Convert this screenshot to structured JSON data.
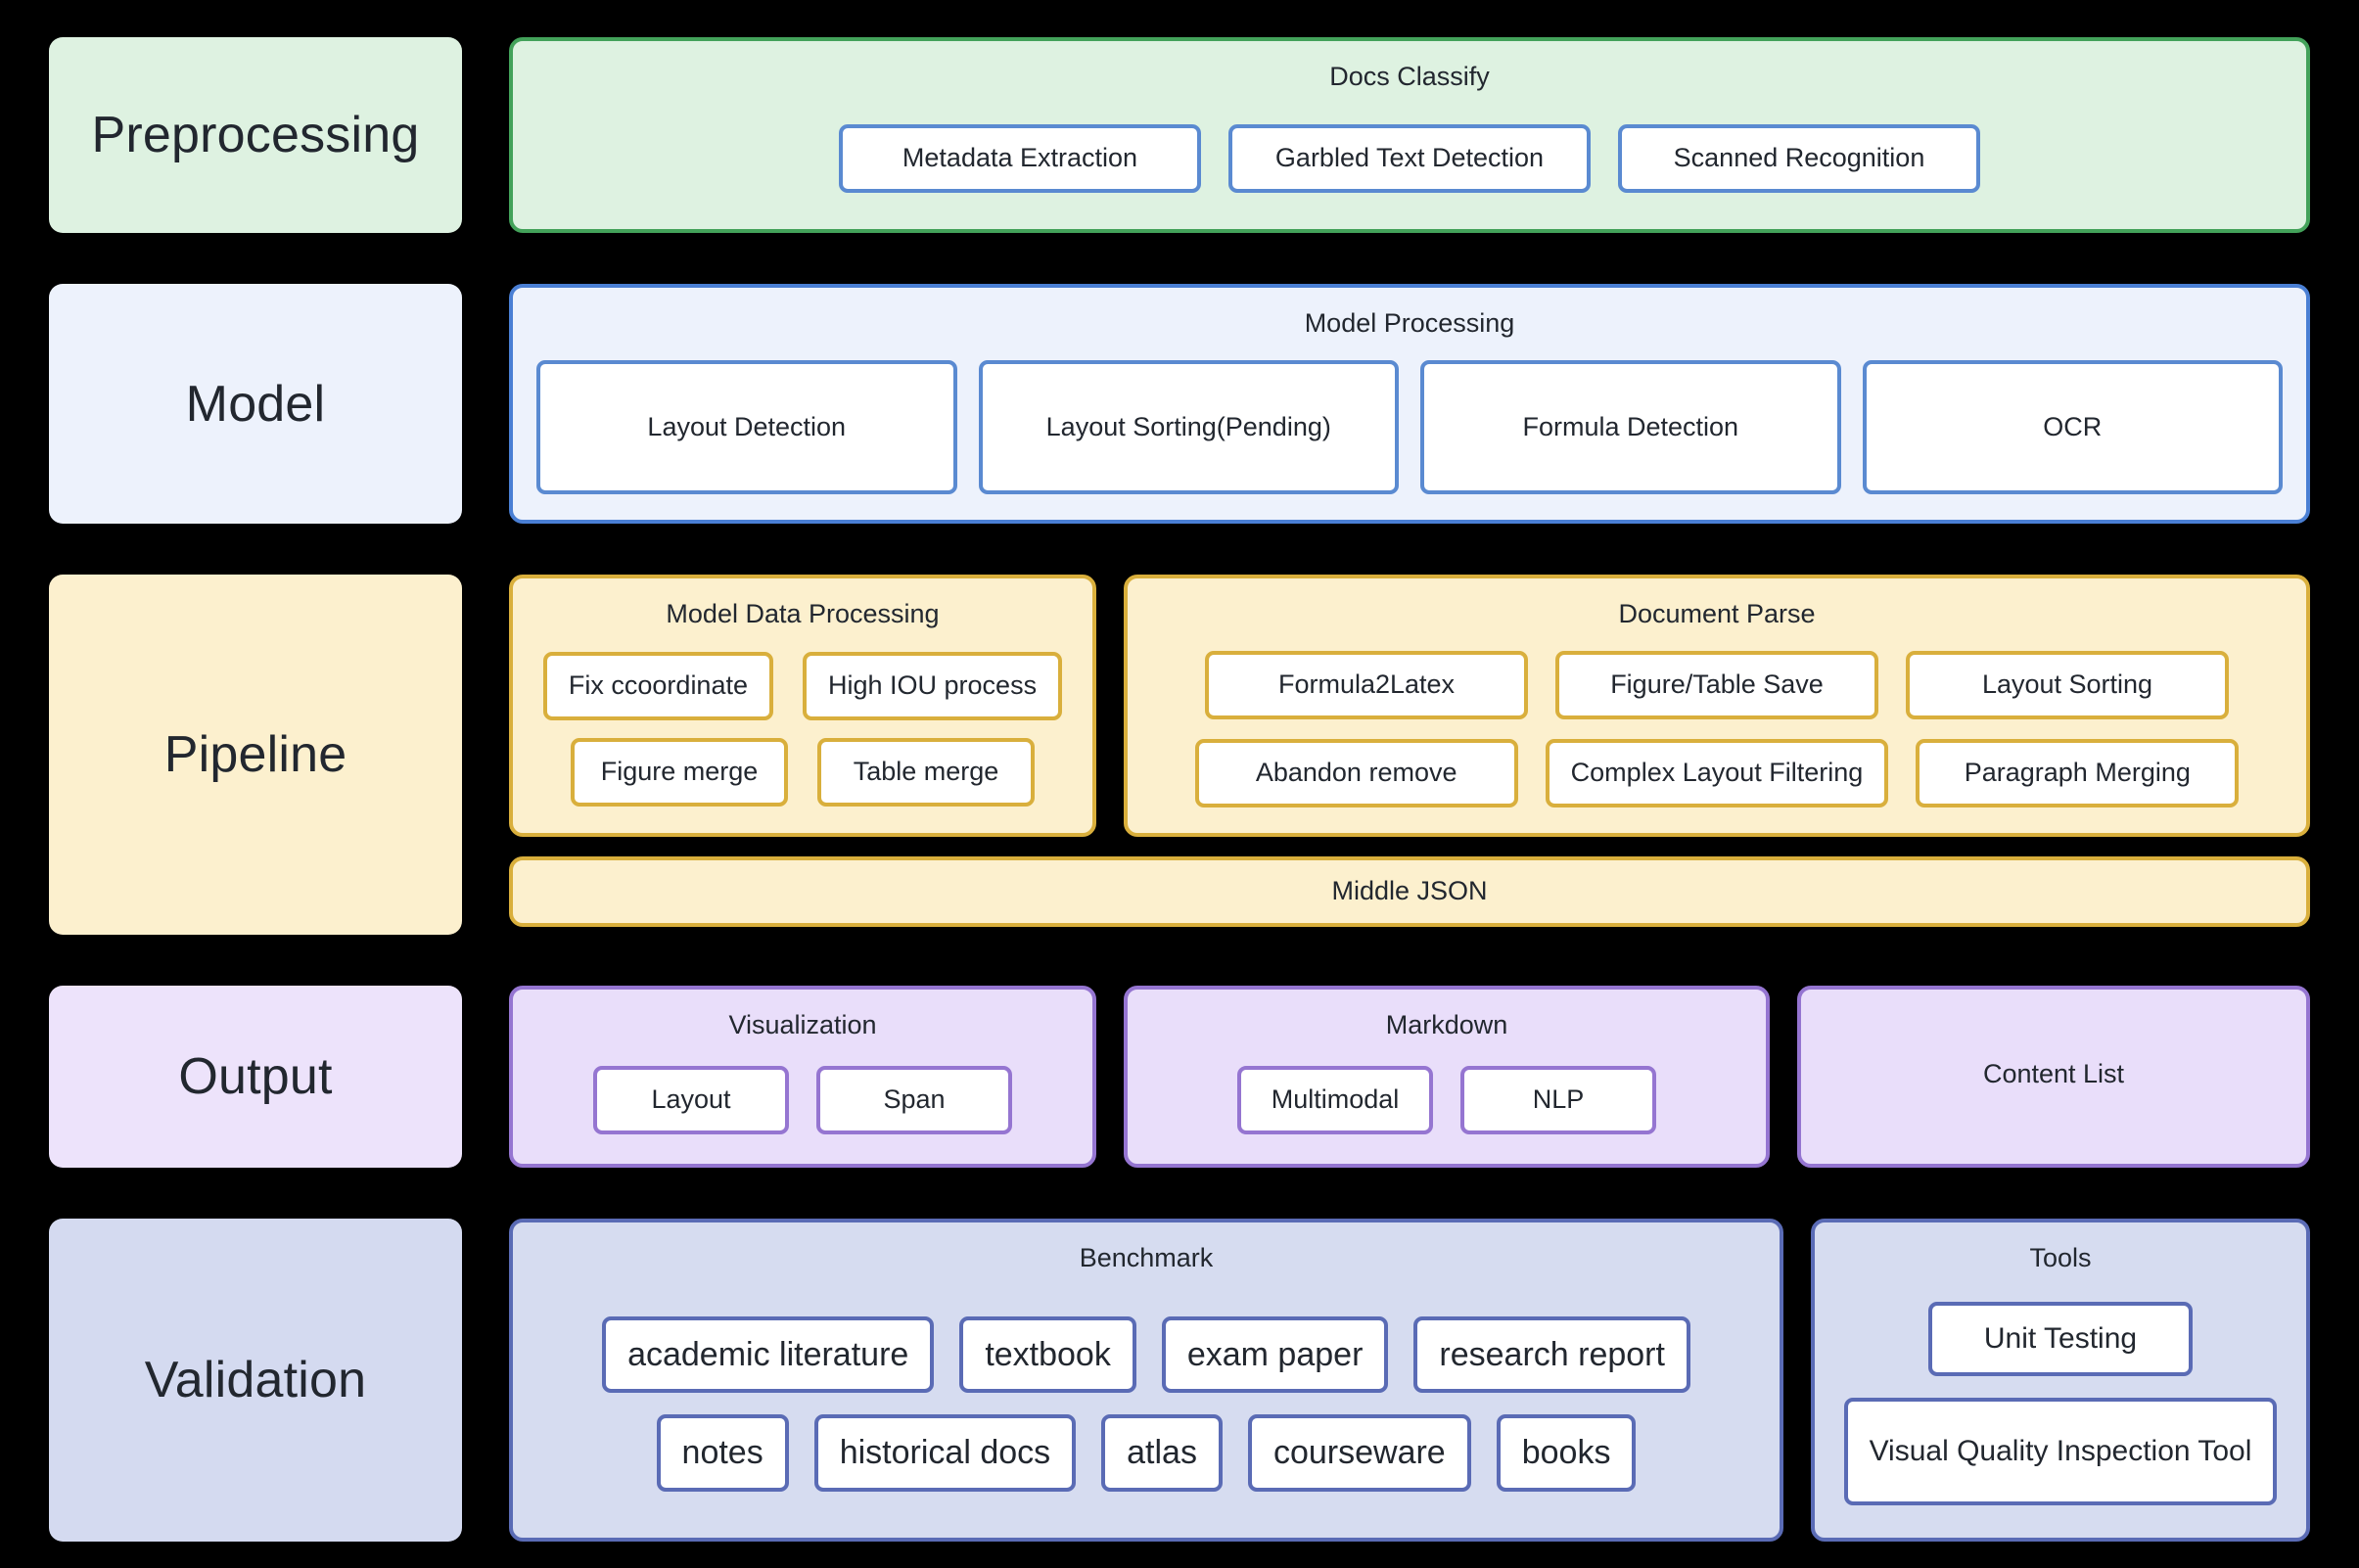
{
  "rows": [
    {
      "stage": "Preprocessing",
      "accent": "#43A25A",
      "groups": [
        {
          "title": "Docs Classify",
          "nodes": [
            "Metadata Extraction",
            "Garbled Text Detection",
            "Scanned Recognition"
          ]
        }
      ]
    },
    {
      "stage": "Model",
      "accent": "#4A7FD4",
      "groups": [
        {
          "title": "Model Processing",
          "nodes": [
            "Layout Detection",
            "Layout Sorting(Pending)",
            "Formula Detection",
            "OCR"
          ]
        }
      ]
    },
    {
      "stage": "Pipeline",
      "accent": "#D9AF3C",
      "groups": [
        {
          "title": "Model Data Processing",
          "nodes": [
            "Fix ccoordinate",
            "High IOU process",
            "Figure merge",
            "Table merge"
          ]
        },
        {
          "title": "Document Parse",
          "nodes": [
            "Formula2Latex",
            "Figure/Table Save",
            "Layout Sorting",
            "Abandon remove",
            "Complex Layout Filtering",
            "Paragraph Merging"
          ]
        }
      ],
      "footer": "Middle JSON"
    },
    {
      "stage": "Output",
      "accent": "#9575D1",
      "groups": [
        {
          "title": "Visualization",
          "nodes": [
            "Layout",
            "Span"
          ]
        },
        {
          "title": "Markdown",
          "nodes": [
            "Multimodal",
            "NLP"
          ]
        },
        {
          "title": "Content List",
          "nodes": []
        }
      ]
    },
    {
      "stage": "Validation",
      "accent": "#5A6BB5",
      "groups": [
        {
          "title": "Benchmark",
          "nodes": [
            "academic literature",
            "textbook",
            "exam paper",
            "research report",
            "notes",
            "historical docs",
            "atlas",
            "courseware",
            "books"
          ]
        },
        {
          "title": "Tools",
          "nodes": [
            "Unit Testing",
            "Visual Quality Inspection Tool"
          ]
        }
      ]
    }
  ],
  "palette": {
    "background": "#000000",
    "green_fill": "#DEF2E1",
    "green_border": "#43A25A",
    "blue_fill": "#EDF2FC",
    "blue_border": "#4A7FD4",
    "yellow_fill": "#FCF0CE",
    "yellow_border": "#D9AF3C",
    "purple_fill": "#E9DEFA",
    "purple_border": "#9575D1",
    "peri_fill": "#D6DCF0",
    "peri_border": "#5A6BB5",
    "node_fill": "#FFFFFF",
    "text": "#22272F"
  }
}
